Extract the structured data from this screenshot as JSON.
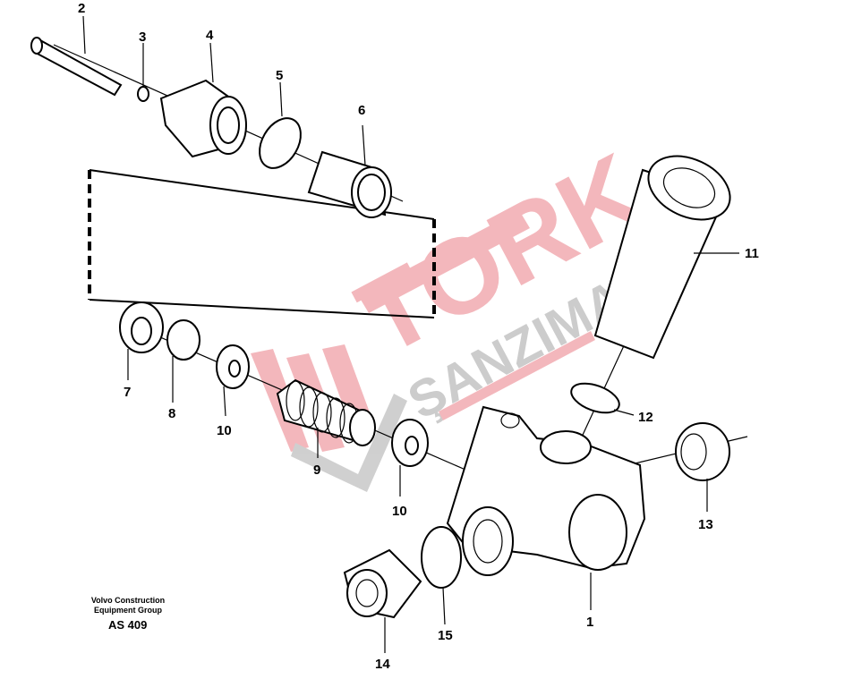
{
  "diagram": {
    "parts": [
      {
        "id": "1"
      },
      {
        "id": "2"
      },
      {
        "id": "3"
      },
      {
        "id": "4"
      },
      {
        "id": "5"
      },
      {
        "id": "6"
      },
      {
        "id": "7"
      },
      {
        "id": "8"
      },
      {
        "id": "9"
      },
      {
        "id": "10a",
        "label": "10"
      },
      {
        "id": "10b",
        "label": "10"
      },
      {
        "id": "11"
      },
      {
        "id": "12"
      },
      {
        "id": "13"
      },
      {
        "id": "14"
      },
      {
        "id": "15"
      }
    ],
    "labels": {
      "p1": "1",
      "p2": "2",
      "p3": "3",
      "p4": "4",
      "p5": "5",
      "p6": "6",
      "p7": "7",
      "p8": "8",
      "p9": "9",
      "p10a": "10",
      "p10b": "10",
      "p11": "11",
      "p12": "12",
      "p13": "13",
      "p14": "14",
      "p15": "15"
    },
    "caption_line1": "Volvo Construction",
    "caption_line2": "Equipment Group",
    "code": "AS 409"
  },
  "watermark": {
    "text1": "TORK",
    "text2": "ŞANZIMAN",
    "color_red": "#f0a0a6",
    "color_gray": "#c0c0c0"
  }
}
